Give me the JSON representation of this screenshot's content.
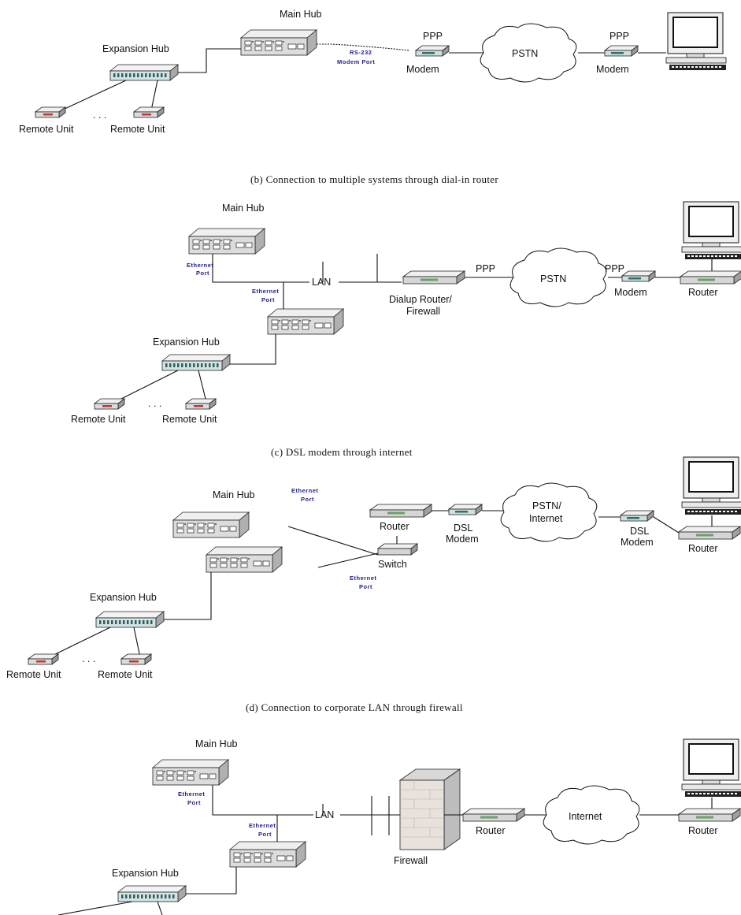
{
  "diagram_a": {
    "main_hub": "Main Hub",
    "expansion_hub": "Expansion Hub",
    "remote_unit_1": "Remote Unit",
    "remote_unit_2": "Remote Unit",
    "ellipsis": ". . .",
    "rs232_1": "RS-232",
    "rs232_2": "Modem Port",
    "ppp_left": "PPP",
    "modem_left": "Modem",
    "pstn": "PSTN",
    "ppp_right": "PPP",
    "modem_right": "Modem"
  },
  "diagram_b": {
    "caption": "(b) Connection to multiple systems through dial-in router",
    "main_hub": "Main Hub",
    "ethernet_port_1a": "Ethernet",
    "ethernet_port_1b": "Port",
    "ethernet_port_2a": "Ethernet",
    "ethernet_port_2b": "Port",
    "lan": "LAN",
    "dialup_router_1": "Dialup Router/",
    "dialup_router_2": "Firewall",
    "ppp_left": "PPP",
    "pstn": "PSTN",
    "ppp_right": "PPP",
    "modem": "Modem",
    "router": "Router",
    "expansion_hub": "Expansion Hub",
    "remote_unit_1": "Remote Unit",
    "remote_unit_2": "Remote Unit",
    "ellipsis": ". . ."
  },
  "diagram_c": {
    "caption": "(c) DSL modem through internet",
    "main_hub": "Main Hub",
    "ethernet_port_1a": "Ethernet",
    "ethernet_port_1b": "Port",
    "router_left": "Router",
    "dsl_modem_left_1": "DSL",
    "dsl_modem_left_2": "Modem",
    "pstn_1": "PSTN/",
    "pstn_2": "Internet",
    "dsl_modem_right_1": "DSL",
    "dsl_modem_right_2": "Modem",
    "router_right": "Router",
    "switch": "Switch",
    "ethernet_port_2a": "Ethernet",
    "ethernet_port_2b": "Port",
    "expansion_hub": "Expansion Hub",
    "remote_unit_1": "Remote Unit",
    "remote_unit_2": "Remote Unit",
    "ellipsis": ". . ."
  },
  "diagram_d": {
    "caption": "(d) Connection to corporate LAN through firewall",
    "main_hub": "Main Hub",
    "ethernet_port_1a": "Ethernet",
    "ethernet_port_1b": "Port",
    "ethernet_port_2a": "Ethernet",
    "ethernet_port_2b": "Port",
    "lan": "LAN",
    "firewall": "Firewall",
    "router_left": "Router",
    "internet": "Internet",
    "router_right": "Router",
    "expansion_hub": "Expansion Hub"
  }
}
